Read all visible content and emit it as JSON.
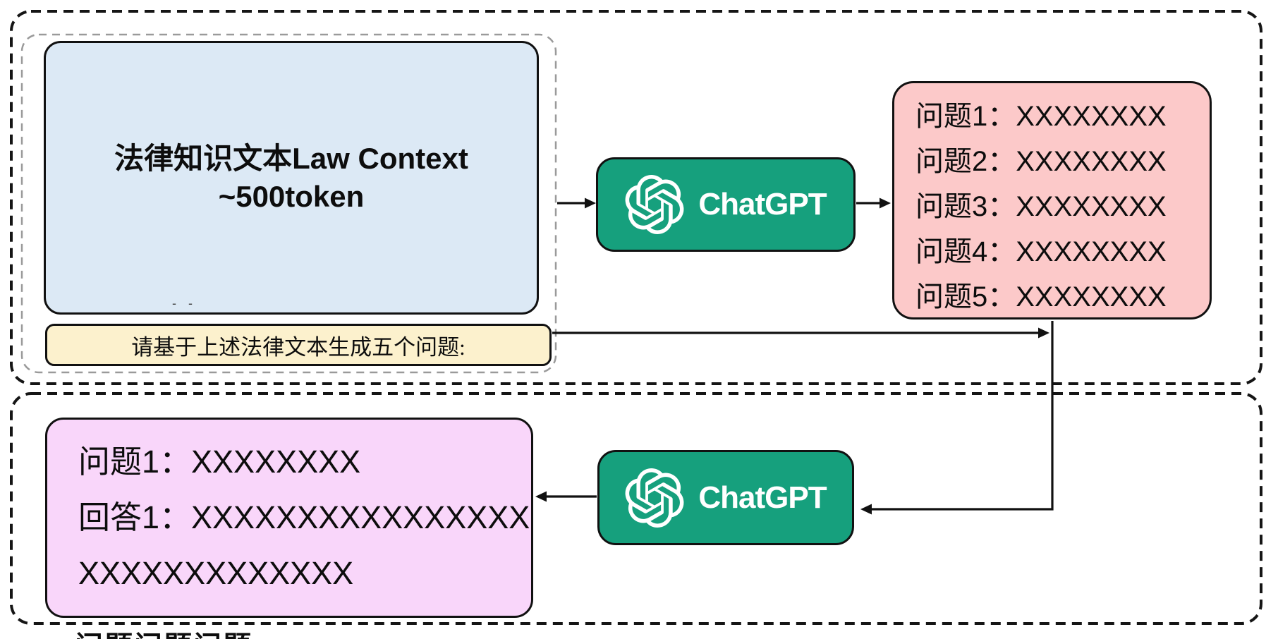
{
  "diagram": {
    "top_section": {
      "law_context_box": {
        "line1": "法律知识文本Law Context",
        "line2": "~500token"
      },
      "prompt_box": {
        "text": "请基于上述法律文本生成五个问题:"
      },
      "chatgpt_node": {
        "label": "ChatGPT"
      },
      "questions_box": {
        "lines": [
          "问题1：XXXXXXXX",
          "问题2：XXXXXXXX",
          "问题3：XXXXXXXX",
          "问题4：XXXXXXXX",
          "问题5：XXXXXXXX"
        ]
      }
    },
    "bottom_section": {
      "chatgpt_node": {
        "label": "ChatGPT"
      },
      "qa_box": {
        "lines": [
          "问题1：XXXXXXXX",
          "回答1：XXXXXXXXXXXXXXXX",
          "XXXXXXXXXXXXX"
        ]
      },
      "clipped_text_artifact": "问题问题问题",
      "blue_box_marks_artifact": "- -"
    },
    "icons": {
      "openai_logo": "openai-logo-icon"
    },
    "colors": {
      "chatgpt_green": "#16a07d",
      "law_box_blue": "#dce9f5",
      "prompt_box_yellow": "#fcf1cd",
      "questions_box_pink": "#fcc9c9",
      "qa_box_purple": "#f9d6fa",
      "line_black": "#111111",
      "inner_dash_gray": "#999999"
    }
  }
}
